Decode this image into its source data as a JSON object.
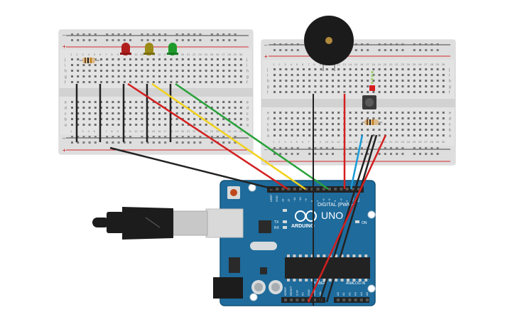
{
  "arduino": {
    "brand": "ARDUINO",
    "model": "UNO",
    "digital_label": "DIGITAL (PWM~)",
    "analog_label": "ANALOG IN",
    "power_label": "POWER",
    "on_label": "ON",
    "tx_label": "TX",
    "rx_label": "RX",
    "l_label": "L",
    "top_pins": [
      "AREF",
      "GND",
      "13",
      "12",
      "~11",
      "~10",
      "~9",
      "8",
      "7",
      "~6",
      "~5",
      "4",
      "~3",
      "2",
      "TX▸1",
      "RX◂0"
    ],
    "power_pins": [
      "IOREF",
      "RESET",
      "3.3V",
      "5V",
      "GND",
      "GND",
      "Vin"
    ],
    "analog_pins": [
      "A0",
      "A1",
      "A2",
      "A3",
      "A4",
      "A5"
    ]
  },
  "breadboard_left": {
    "row_letters_top": [
      "j",
      "i",
      "h",
      "g",
      "f"
    ],
    "row_letters_bottom": [
      "e",
      "d",
      "c",
      "b",
      "a"
    ],
    "rail_minus": "–",
    "rail_plus": "+",
    "columns": 30
  },
  "breadboard_right": {
    "row_letters_top": [
      "j",
      "i",
      "h",
      "g",
      "f"
    ],
    "row_letters_bottom": [
      "e",
      "d",
      "c",
      "b",
      "a"
    ],
    "rail_minus": "–",
    "rail_plus": "+",
    "columns": 30
  },
  "components": {
    "leds": [
      {
        "color_name": "red",
        "fill": "#b01e1e"
      },
      {
        "color_name": "yellow",
        "fill": "#9a8a16"
      },
      {
        "color_name": "green",
        "fill": "#1f9a2a"
      }
    ],
    "buzzer": "piezo-buzzer",
    "button": "pushbutton",
    "resistors": 2
  },
  "colors": {
    "board": "#1e6b9c",
    "breadboard": "#e6e6e6",
    "wire_red": "#d31f1f",
    "wire_yellow": "#f2d21b",
    "wire_green": "#2aa23a",
    "wire_black": "#222222",
    "wire_blue": "#1a9ad6",
    "rail_red": "#d42a2a"
  }
}
